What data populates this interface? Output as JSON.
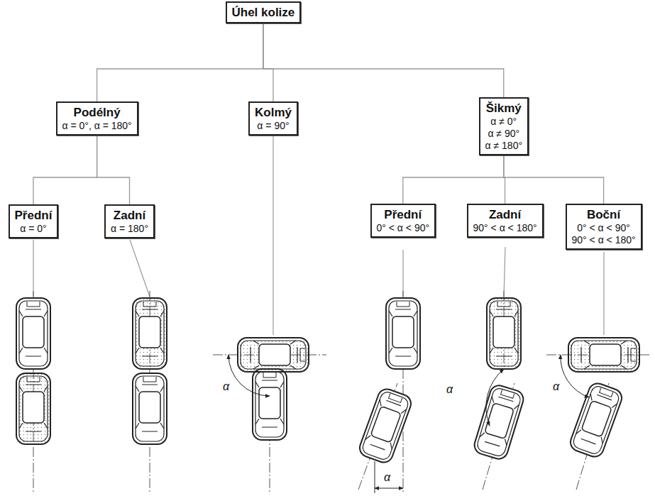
{
  "diagram": {
    "nodes": [
      {
        "text": [
          "Úhel kolize"
        ]
      },
      {
        "text": [
          "Podélný",
          "α = 0°, α = 180°"
        ]
      },
      {
        "text": [
          "Kolmý",
          "α = 90°"
        ]
      },
      {
        "text": [
          "Šikmý",
          "α ≠ 0°",
          "α ≠ 90°",
          "α ≠ 180°"
        ]
      },
      {
        "text": [
          "Přední",
          "α = 0°"
        ]
      },
      {
        "text": [
          "Zadní",
          "α = 180°"
        ]
      },
      {
        "text": [
          "Přední",
          "0° < α < 90°"
        ]
      },
      {
        "text": [
          "Zadní",
          "90° < α < 180°"
        ]
      },
      {
        "text": [
          "Boční",
          "0° < α < 90°",
          "90° < α < 180°"
        ]
      }
    ],
    "edges": [
      {
        "from": 0,
        "to": 1,
        "arrow": "none"
      },
      {
        "from": 0,
        "to": 2,
        "arrow": "none"
      },
      {
        "from": 0,
        "to": 3,
        "arrow": "none"
      },
      {
        "from": 1,
        "to": 4,
        "arrow": "none"
      },
      {
        "from": 1,
        "to": 5,
        "arrow": "none"
      },
      {
        "from": 3,
        "to": 6,
        "arrow": "none"
      },
      {
        "from": 3,
        "to": 7,
        "arrow": "none"
      },
      {
        "from": 3,
        "to": 8,
        "arrow": "none"
      }
    ],
    "labels": [
      "α",
      "α",
      "α",
      "α"
    ]
  }
}
